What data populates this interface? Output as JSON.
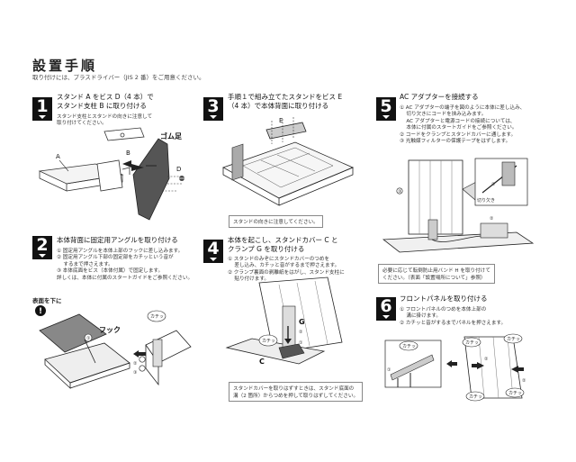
{
  "page": {
    "title": "設置手順",
    "subtitle": "取り付けには、プラスドライバー（JIS 2 番）をご用意ください。"
  },
  "steps": [
    {
      "number": "1",
      "heading": [
        "スタンド A をビス D（4 本）で",
        "スタンド支柱 B に取り付ける"
      ],
      "text": [
        "スタンド支柱とスタンドの向きに注意して",
        "取り付けてください。"
      ],
      "labels": {
        "a": "A",
        "b": "B",
        "d": "D",
        "rubber": "ゴム足"
      }
    },
    {
      "number": "2",
      "heading": [
        "本体背面に固定用アングルを取り付ける"
      ],
      "text": [
        "① 固定用アングルを本体上部のフックに差し込みます。",
        "② 固定用アングル下部の固定部をカチッという音が",
        "　 するまで押さえます。",
        "③ 本体底面をビス（本体付属）で固定します。",
        "詳しくは、本体に付属のスタートガイドをご参照ください。"
      ],
      "labels": {
        "face_down": "表面を下に",
        "hook": "フック",
        "click": "カチッ"
      }
    },
    {
      "number": "3",
      "heading": [
        "手順１で組み立てたスタンドをビス E",
        "（4 本）で本体背面に取り付ける"
      ],
      "labels": {
        "e": "E"
      },
      "note": "スタンドの向きに注意してください。"
    },
    {
      "number": "4",
      "heading": [
        "本体を起こし、スタンドカバー C と",
        "クランプ G を取り付ける"
      ],
      "text": [
        "① スタンドのみぞにスタンドカバーのつめを",
        "　 差し込み、カチッと音がするまで押さえます。",
        "② クランプ裏面の剥離紙をはがし、スタンド支柱に",
        "　 貼り付けます。"
      ],
      "labels": {
        "g": "G",
        "c": "C",
        "click": "カチッ"
      },
      "note": [
        "スタンドカバーを取りはずすときは、スタンド底面の",
        "溝（2 箇所）からつめを押して取りはずしてください。"
      ]
    },
    {
      "number": "5",
      "heading": [
        "AC アダプターを接続する"
      ],
      "text": [
        "① AC アダプターの端子を図のように本体に差し込み、",
        "　 切り欠きにコードを挟み込みます。",
        "　 AC アダプターと電源コードの接続については、",
        "　 本体に付属のスタートガイドをご参照ください。",
        "② コードをクランプとスタンドカバーに通します。",
        "③ 光触媒フィルターの保護テープをはずします。"
      ],
      "labels": {
        "notch": "切り欠き"
      },
      "note": [
        "必要に応じて転倒防止用バンド H を取り付けて",
        "ください。（表面「設置場所について」参照）"
      ]
    },
    {
      "number": "6",
      "heading": [
        "フロントパネルを取り付ける"
      ],
      "text": [
        "① フロントパネルのつめを本体上部の",
        "　 溝に掛けます。",
        "② カチッと音がするまでパネルを押さえます。"
      ],
      "labels": {
        "click": "カチッ"
      }
    }
  ]
}
